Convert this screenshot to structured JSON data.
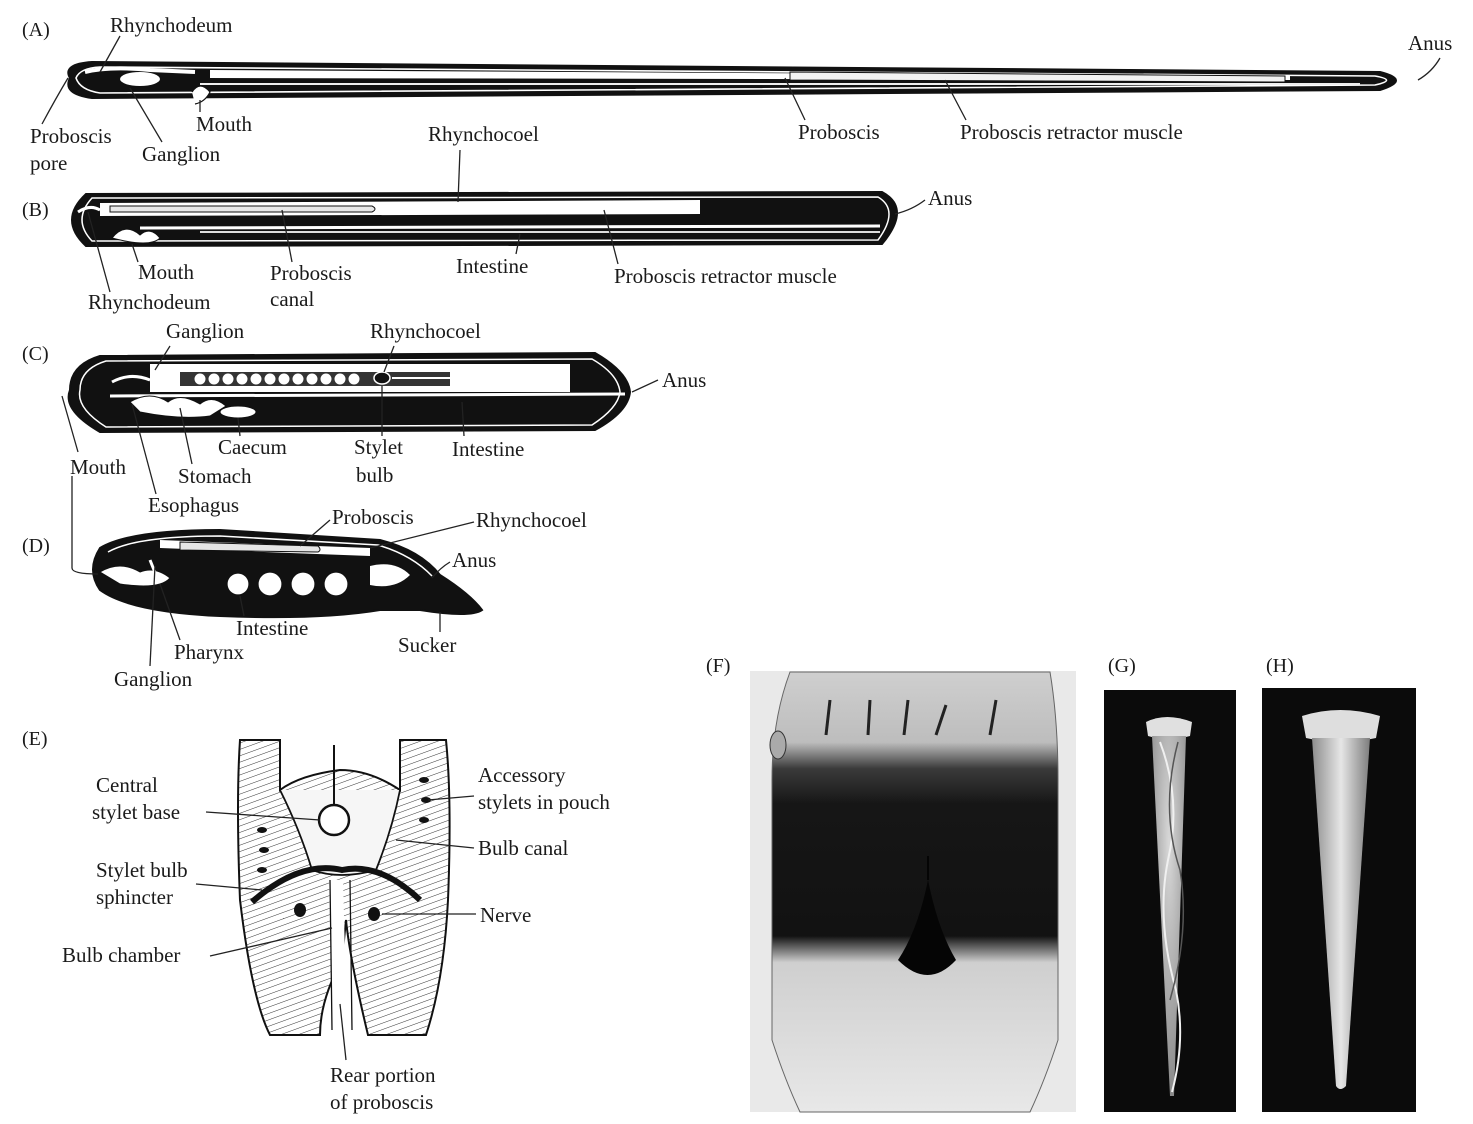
{
  "panels": {
    "A": {
      "letter": "(A)",
      "labels": {
        "rhynchodeum": "Rhynchodeum",
        "anus": "Anus",
        "proboscis_pore_1": "Proboscis",
        "proboscis_pore_2": "pore",
        "mouth": "Mouth",
        "ganglion": "Ganglion",
        "proboscis": "Proboscis",
        "retractor": "Proboscis retractor muscle"
      }
    },
    "B": {
      "letter": "(B)",
      "labels": {
        "rhynchocoel": "Rhynchocoel",
        "anus": "Anus",
        "mouth": "Mouth",
        "proboscis_canal_1": "Proboscis",
        "proboscis_canal_2": "canal",
        "intestine": "Intestine",
        "retractor": "Proboscis retractor muscle",
        "rhynchodeum": "Rhynchodeum"
      }
    },
    "C": {
      "letter": "(C)",
      "labels": {
        "ganglion": "Ganglion",
        "rhynchocoel": "Rhynchocoel",
        "anus": "Anus",
        "caecum": "Caecum",
        "stylet_bulb_1": "Stylet",
        "stylet_bulb_2": "bulb",
        "intestine": "Intestine",
        "mouth": "Mouth",
        "stomach": "Stomach",
        "esophagus": "Esophagus"
      }
    },
    "D": {
      "letter": "(D)",
      "labels": {
        "proboscis": "Proboscis",
        "rhynchocoel": "Rhynchocoel",
        "anus": "Anus",
        "intestine": "Intestine",
        "pharynx": "Pharynx",
        "sucker": "Sucker",
        "ganglion": "Ganglion"
      }
    },
    "E": {
      "letter": "(E)",
      "labels": {
        "central_stylet_1": "Central",
        "central_stylet_2": "stylet base",
        "accessory_1": "Accessory",
        "accessory_2": "stylets in pouch",
        "bulb_canal": "Bulb canal",
        "sphincter_1": "Stylet bulb",
        "sphincter_2": "sphincter",
        "nerve": "Nerve",
        "bulb_chamber": "Bulb chamber",
        "rear_1": "Rear portion",
        "rear_2": "of proboscis"
      }
    },
    "F": {
      "letter": "(F)"
    },
    "G": {
      "letter": "(G)"
    },
    "H": {
      "letter": "(H)"
    }
  },
  "colors": {
    "ink": "#111111",
    "paper": "#ffffff",
    "photo_bg": "#0b0b0b",
    "photo_light": "#e4e4e4"
  }
}
